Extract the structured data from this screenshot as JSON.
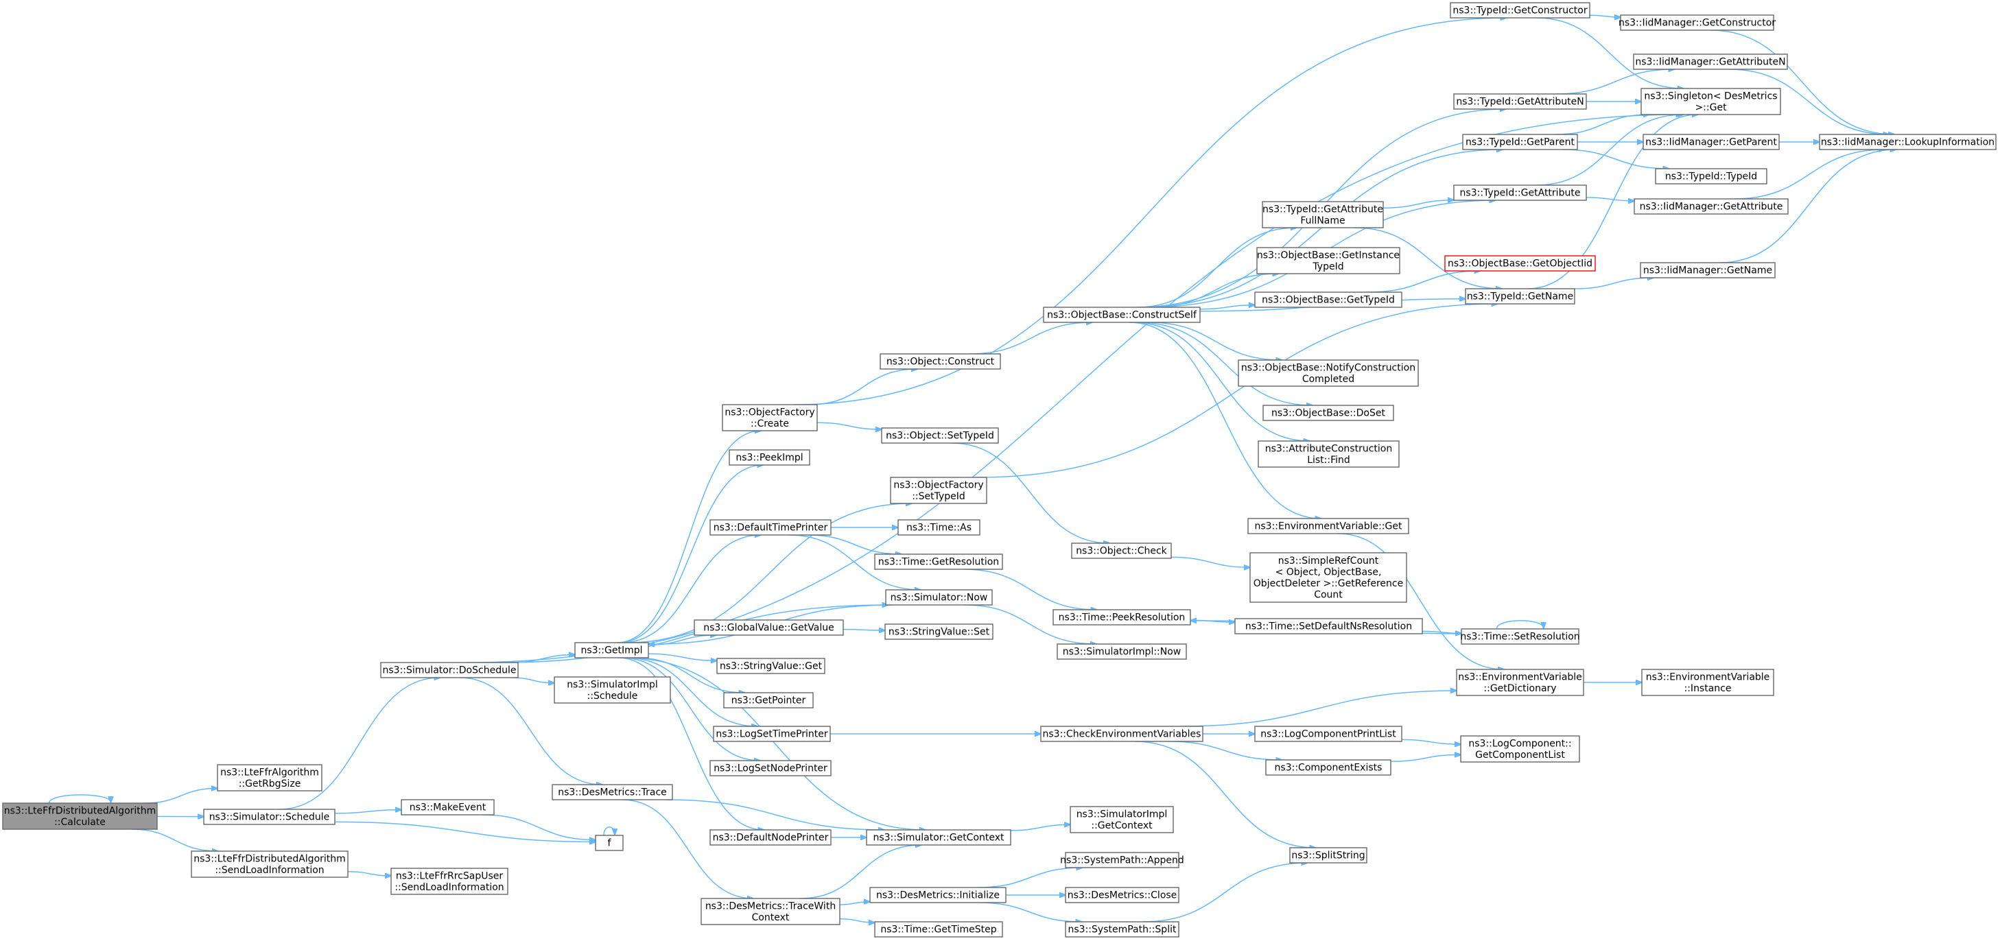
{
  "diagram": {
    "kind": "call-graph",
    "colors": {
      "edge": "#63b8ff",
      "root_fill": "#999999",
      "node_fill": "#ffffff",
      "node_border": "#666666",
      "missing_border": "#ff0000"
    },
    "nodes": [
      {
        "id": "root",
        "lines": [
          "ns3::LteFfrDistributedAlgorithm",
          "::Calculate"
        ]
      },
      {
        "id": "getRbg",
        "lines": [
          "ns3::LteFfrAlgorithm",
          "::GetRbgSize"
        ]
      },
      {
        "id": "schedule",
        "lines": [
          "ns3::Simulator::Schedule"
        ]
      },
      {
        "id": "sendLoad",
        "lines": [
          "ns3::LteFfrDistributedAlgorithm",
          "::SendLoadInformation"
        ]
      },
      {
        "id": "doSchedule",
        "lines": [
          "ns3::Simulator::DoSchedule"
        ]
      },
      {
        "id": "makeEvent",
        "lines": [
          "ns3::MakeEvent"
        ]
      },
      {
        "id": "f",
        "lines": [
          "f"
        ]
      },
      {
        "id": "rrcSend",
        "lines": [
          "ns3::LteFfrRrcSapUser",
          "::SendLoadInformation"
        ]
      },
      {
        "id": "getImpl",
        "lines": [
          "ns3::GetImpl"
        ]
      },
      {
        "id": "simImplSchedule",
        "lines": [
          "ns3::SimulatorImpl",
          "::Schedule"
        ]
      },
      {
        "id": "desTrace",
        "lines": [
          "ns3::DesMetrics::Trace"
        ]
      },
      {
        "id": "ofCreate",
        "lines": [
          "ns3::ObjectFactory",
          "::Create"
        ]
      },
      {
        "id": "peekImpl",
        "lines": [
          "ns3::PeekImpl"
        ]
      },
      {
        "id": "defTimePrinter",
        "lines": [
          "ns3::DefaultTimePrinter"
        ]
      },
      {
        "id": "gvGetValue",
        "lines": [
          "ns3::GlobalValue::GetValue"
        ]
      },
      {
        "id": "svGet",
        "lines": [
          "ns3::StringValue::Get"
        ]
      },
      {
        "id": "getPointer",
        "lines": [
          "ns3::GetPointer"
        ]
      },
      {
        "id": "logSetTime",
        "lines": [
          "ns3::LogSetTimePrinter"
        ]
      },
      {
        "id": "logSetNode",
        "lines": [
          "ns3::LogSetNodePrinter"
        ]
      },
      {
        "id": "defNodePrinter",
        "lines": [
          "ns3::DefaultNodePrinter"
        ]
      },
      {
        "id": "traceWith",
        "lines": [
          "ns3::DesMetrics::TraceWith",
          "Context"
        ]
      },
      {
        "id": "objConstruct",
        "lines": [
          "ns3::Object::Construct"
        ]
      },
      {
        "id": "objSetTypeId",
        "lines": [
          "ns3::Object::SetTypeId"
        ]
      },
      {
        "id": "ofSetTypeId",
        "lines": [
          "ns3::ObjectFactory",
          "::SetTypeId"
        ]
      },
      {
        "id": "timeAs",
        "lines": [
          "ns3::Time::As"
        ]
      },
      {
        "id": "timeGetRes",
        "lines": [
          "ns3::Time::GetResolution"
        ]
      },
      {
        "id": "simNow",
        "lines": [
          "ns3::Simulator::Now"
        ]
      },
      {
        "id": "svSet",
        "lines": [
          "ns3::StringValue::Set"
        ]
      },
      {
        "id": "simGetContext",
        "lines": [
          "ns3::Simulator::GetContext"
        ]
      },
      {
        "id": "desInit",
        "lines": [
          "ns3::DesMetrics::Initialize"
        ]
      },
      {
        "id": "timeGetStep",
        "lines": [
          "ns3::Time::GetTimeStep"
        ]
      },
      {
        "id": "constructSelf",
        "lines": [
          "ns3::ObjectBase::ConstructSelf"
        ]
      },
      {
        "id": "objCheck",
        "lines": [
          "ns3::Object::Check"
        ]
      },
      {
        "id": "peekRes",
        "lines": [
          "ns3::Time::PeekResolution"
        ]
      },
      {
        "id": "simImplNow",
        "lines": [
          "ns3::SimulatorImpl::Now"
        ]
      },
      {
        "id": "checkEnv",
        "lines": [
          "ns3::CheckEnvironmentVariables"
        ]
      },
      {
        "id": "simImplGetCtx",
        "lines": [
          "ns3::SimulatorImpl",
          "::GetContext"
        ]
      },
      {
        "id": "spAppend",
        "lines": [
          "ns3::SystemPath::Append"
        ]
      },
      {
        "id": "desClose",
        "lines": [
          "ns3::DesMetrics::Close"
        ]
      },
      {
        "id": "spSplit",
        "lines": [
          "ns3::SystemPath::Split"
        ]
      },
      {
        "id": "attrFullName",
        "lines": [
          "ns3::TypeId::GetAttribute",
          "FullName"
        ]
      },
      {
        "id": "getInstTypeId",
        "lines": [
          "ns3::ObjectBase::GetInstance",
          "TypeId"
        ]
      },
      {
        "id": "obGetTypeId",
        "lines": [
          "ns3::ObjectBase::GetTypeId"
        ]
      },
      {
        "id": "notifyConstr",
        "lines": [
          "ns3::ObjectBase::NotifyConstruction",
          "Completed"
        ]
      },
      {
        "id": "obDoSet",
        "lines": [
          "ns3::ObjectBase::DoSet"
        ]
      },
      {
        "id": "attrConstrFind",
        "lines": [
          "ns3::AttributeConstruction",
          "List::Find"
        ]
      },
      {
        "id": "envGet",
        "lines": [
          "ns3::EnvironmentVariable::Get"
        ]
      },
      {
        "id": "simpleRef",
        "lines": [
          "ns3::SimpleRefCount",
          "< Object, ObjectBase,",
          "ObjectDeleter >::GetReference",
          "Count"
        ]
      },
      {
        "id": "setDefNs",
        "lines": [
          "ns3::Time::SetDefaultNsResolution"
        ]
      },
      {
        "id": "logCompPrint",
        "lines": [
          "ns3::LogComponentPrintList"
        ]
      },
      {
        "id": "compExists",
        "lines": [
          "ns3::ComponentExists"
        ]
      },
      {
        "id": "splitString",
        "lines": [
          "ns3::SplitString"
        ]
      },
      {
        "id": "tidGetCtor",
        "lines": [
          "ns3::TypeId::GetConstructor"
        ]
      },
      {
        "id": "tidGetAttrN",
        "lines": [
          "ns3::TypeId::GetAttributeN"
        ]
      },
      {
        "id": "tidGetParent",
        "lines": [
          "ns3::TypeId::GetParent"
        ]
      },
      {
        "id": "tidGetAttr",
        "lines": [
          "ns3::TypeId::GetAttribute"
        ]
      },
      {
        "id": "getObjectIid",
        "lines": [
          "ns3::ObjectBase::GetObjectIid"
        ]
      },
      {
        "id": "tidGetName",
        "lines": [
          "ns3::TypeId::GetName"
        ]
      },
      {
        "id": "timeSetRes",
        "lines": [
          "ns3::Time::SetResolution"
        ]
      },
      {
        "id": "envGetDict",
        "lines": [
          "ns3::EnvironmentVariable",
          "::GetDictionary"
        ]
      },
      {
        "id": "logGetCompList",
        "lines": [
          "ns3::LogComponent::",
          "GetComponentList"
        ]
      },
      {
        "id": "iidGetCtor",
        "lines": [
          "ns3::IidManager::GetConstructor"
        ]
      },
      {
        "id": "iidGetAttrN",
        "lines": [
          "ns3::IidManager::GetAttributeN"
        ]
      },
      {
        "id": "singleton",
        "lines": [
          "ns3::Singleton< DesMetrics",
          ">::Get"
        ]
      },
      {
        "id": "iidGetParent",
        "lines": [
          "ns3::IidManager::GetParent"
        ]
      },
      {
        "id": "tidTypeId",
        "lines": [
          "ns3::TypeId::TypeId"
        ]
      },
      {
        "id": "iidGetAttr",
        "lines": [
          "ns3::IidManager::GetAttribute"
        ]
      },
      {
        "id": "iidGetName",
        "lines": [
          "ns3::IidManager::GetName"
        ]
      },
      {
        "id": "envInstance",
        "lines": [
          "ns3::EnvironmentVariable",
          "::Instance"
        ]
      },
      {
        "id": "iidLookup",
        "lines": [
          "ns3::IidManager::LookupInformation"
        ]
      }
    ]
  }
}
